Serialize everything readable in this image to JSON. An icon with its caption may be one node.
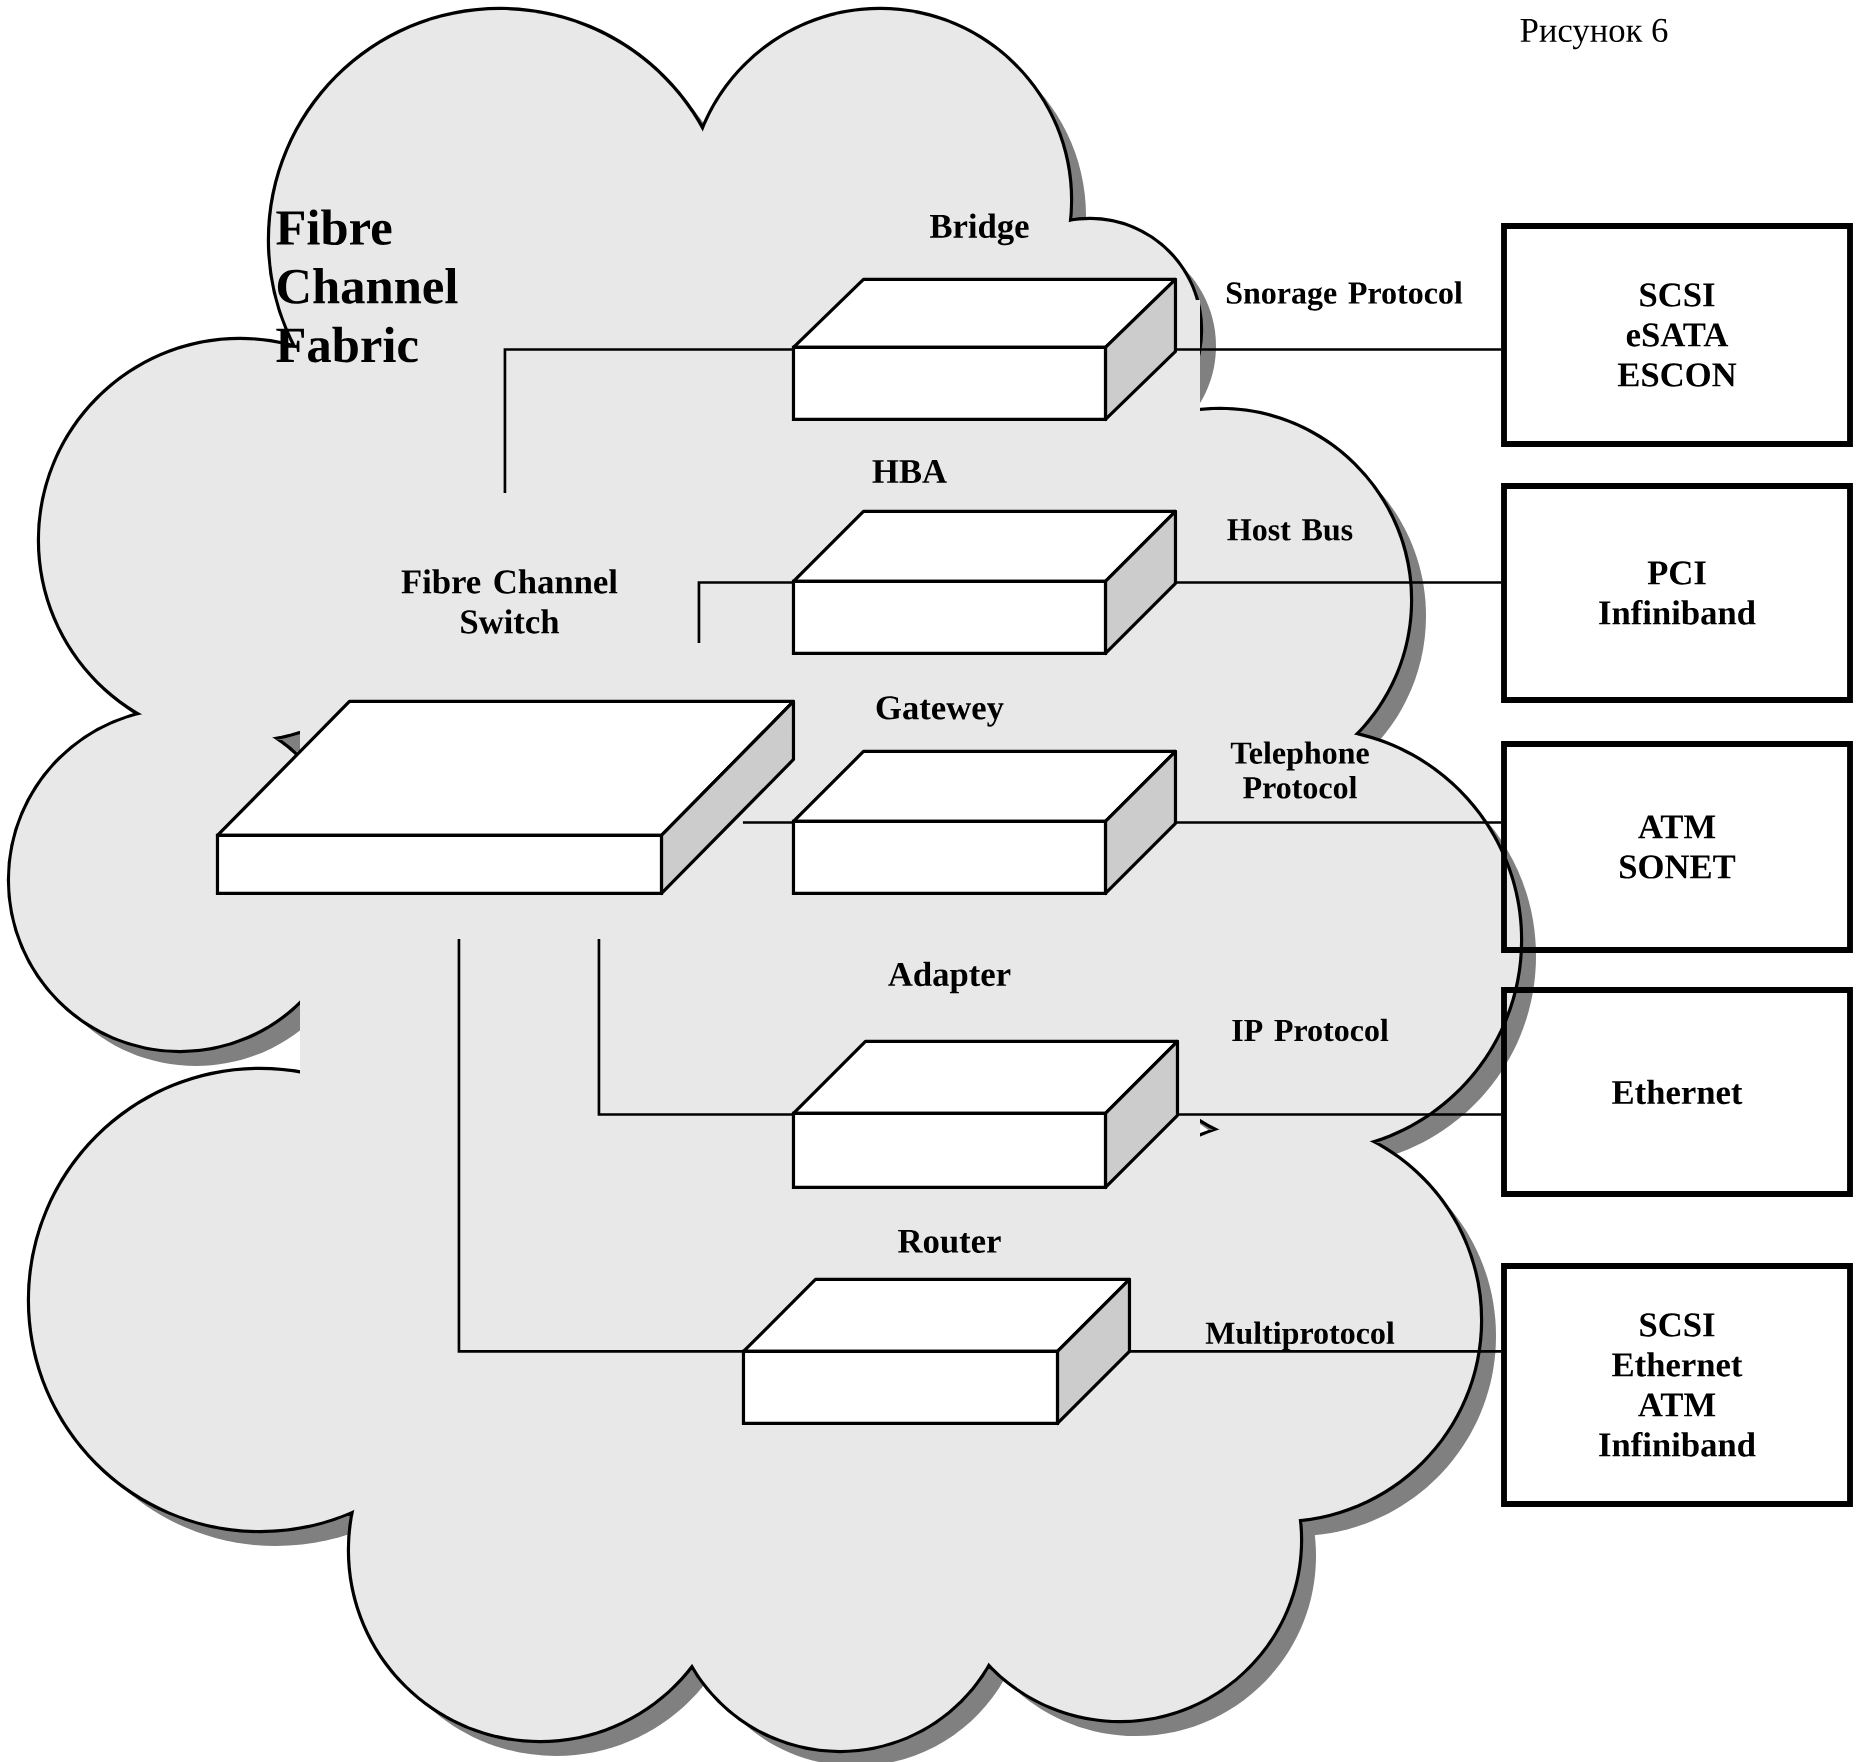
{
  "diagram": {
    "caption": "Рисунок 6",
    "nodes": [
      {
        "text": [
          "Fibre Channel Fabric"
        ]
      },
      {
        "text": [
          "Fibre Channel Switch"
        ],
        "in": 0
      },
      {
        "text": [
          "Bridge"
        ],
        "in": 0
      },
      {
        "text": [
          "HBA"
        ],
        "in": 0
      },
      {
        "text": [
          "Gatewey"
        ],
        "in": 0
      },
      {
        "text": [
          "Adapter"
        ],
        "in": 0
      },
      {
        "text": [
          "Router"
        ],
        "in": 0
      },
      {
        "text": [
          "SCSI eSATA ESCON"
        ]
      },
      {
        "text": [
          "PCI Infiniband"
        ]
      },
      {
        "text": [
          "ATM SONET"
        ]
      },
      {
        "text": [
          "Ethernet"
        ]
      },
      {
        "text": [
          "SCSI Ethernet ATM Infiniband"
        ]
      }
    ],
    "edges": [
      {
        "from": 1,
        "to": 2,
        "arrow": "none"
      },
      {
        "from": 1,
        "to": 3,
        "arrow": "none"
      },
      {
        "from": 1,
        "to": 4,
        "arrow": "none"
      },
      {
        "from": 1,
        "to": 5,
        "arrow": "none"
      },
      {
        "from": 1,
        "to": 6,
        "arrow": "none"
      },
      {
        "from": 2,
        "to": 7,
        "arrow": "none",
        "label": "Snorage Protocol"
      },
      {
        "from": 3,
        "to": 8,
        "arrow": "none",
        "label": "Host Bus"
      },
      {
        "from": 4,
        "to": 9,
        "arrow": "none",
        "label": "Telephone Protocol"
      },
      {
        "from": 5,
        "to": 10,
        "arrow": "none",
        "label": "IP Protocol"
      },
      {
        "from": 6,
        "to": 11,
        "arrow": "none",
        "label": "Multiprotocol"
      }
    ]
  }
}
